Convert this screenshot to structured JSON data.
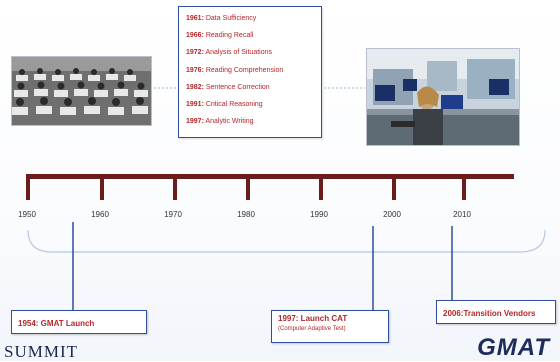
{
  "milestones": [
    {
      "year": "1961:",
      "text": "Data Sufficiency"
    },
    {
      "year": "1966:",
      "text": "Reading Recall"
    },
    {
      "year": "1972:",
      "text": "Analysis of Situations"
    },
    {
      "year": "1976:",
      "text": "Reading Comprehension"
    },
    {
      "year": "1982:",
      "text": "Sentence Correction"
    },
    {
      "year": "1991:",
      "text": "Critical Reasoning"
    },
    {
      "year": "1997:",
      "text": "Analytic Writing"
    }
  ],
  "timeline": {
    "years": [
      "1950",
      "1960",
      "1970",
      "1980",
      "1990",
      "2000",
      "2010"
    ]
  },
  "events": {
    "gmat_launch": {
      "title": "1954: GMAT Launch"
    },
    "launch_cat": {
      "title": "1997: Launch CAT",
      "subtitle": "(Computer Adaptive Test)"
    },
    "transition": {
      "title": "2006:Transition Vendors"
    }
  },
  "logos": {
    "left": "SUMMIT",
    "right": "GMAT"
  },
  "colors": {
    "accent_red": "#b3262b",
    "border_blue": "#2e4e9c",
    "bar": "#6b1c1c",
    "connector": "#2e4e9c"
  }
}
